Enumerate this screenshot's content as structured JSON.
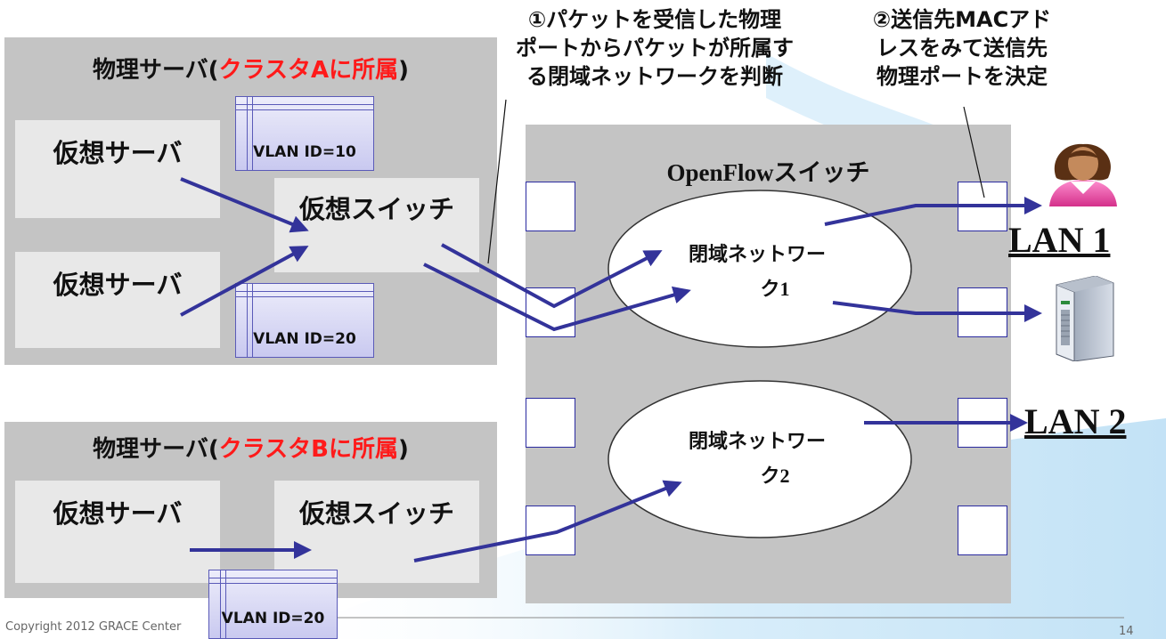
{
  "colors": {
    "server_bg": "#c4c4c4",
    "vm_bg": "#e8e8e8",
    "arrow": "#33339a",
    "highlight_red": "#ff1a1a",
    "vlan_fill": "#c9c9f0"
  },
  "server_a": {
    "title_prefix": "物理サーバ(",
    "title_highlight": "クラスタAに所属",
    "title_suffix": ")",
    "vm1": "仮想サーバ",
    "vm2": "仮想サーバ",
    "vswitch": "仮想スイッチ",
    "vlan1": "VLAN ID=10",
    "vlan2": "VLAN ID=20"
  },
  "server_b": {
    "title_prefix": "物理サーバ(",
    "title_highlight": "クラスタBに所属",
    "title_suffix": ")",
    "vm": "仮想サーバ",
    "vswitch": "仮想スイッチ",
    "vlan": "VLAN ID=20"
  },
  "openflow": {
    "title": "OpenFlowスイッチ",
    "net1_line1": "閉域ネットワー",
    "net1_line2": "ク1",
    "net2_line1": "閉域ネットワー",
    "net2_line2": "ク2"
  },
  "annotations": {
    "a1_line1": "①パケットを受信した物理",
    "a1_line2": "ポートからパケットが所属す",
    "a1_line3": "る閉域ネットワークを判断",
    "a2_line1": "②送信先MACアド",
    "a2_line2": "レスをみて送信先",
    "a2_line3": "物理ポートを決定"
  },
  "lan1": "LAN 1",
  "lan2": "LAN 2",
  "icons": {
    "user": "person-icon",
    "server": "server-tower-icon"
  },
  "footer": {
    "copyright": "Copyright 2012 GRACE Center",
    "page": "14"
  }
}
